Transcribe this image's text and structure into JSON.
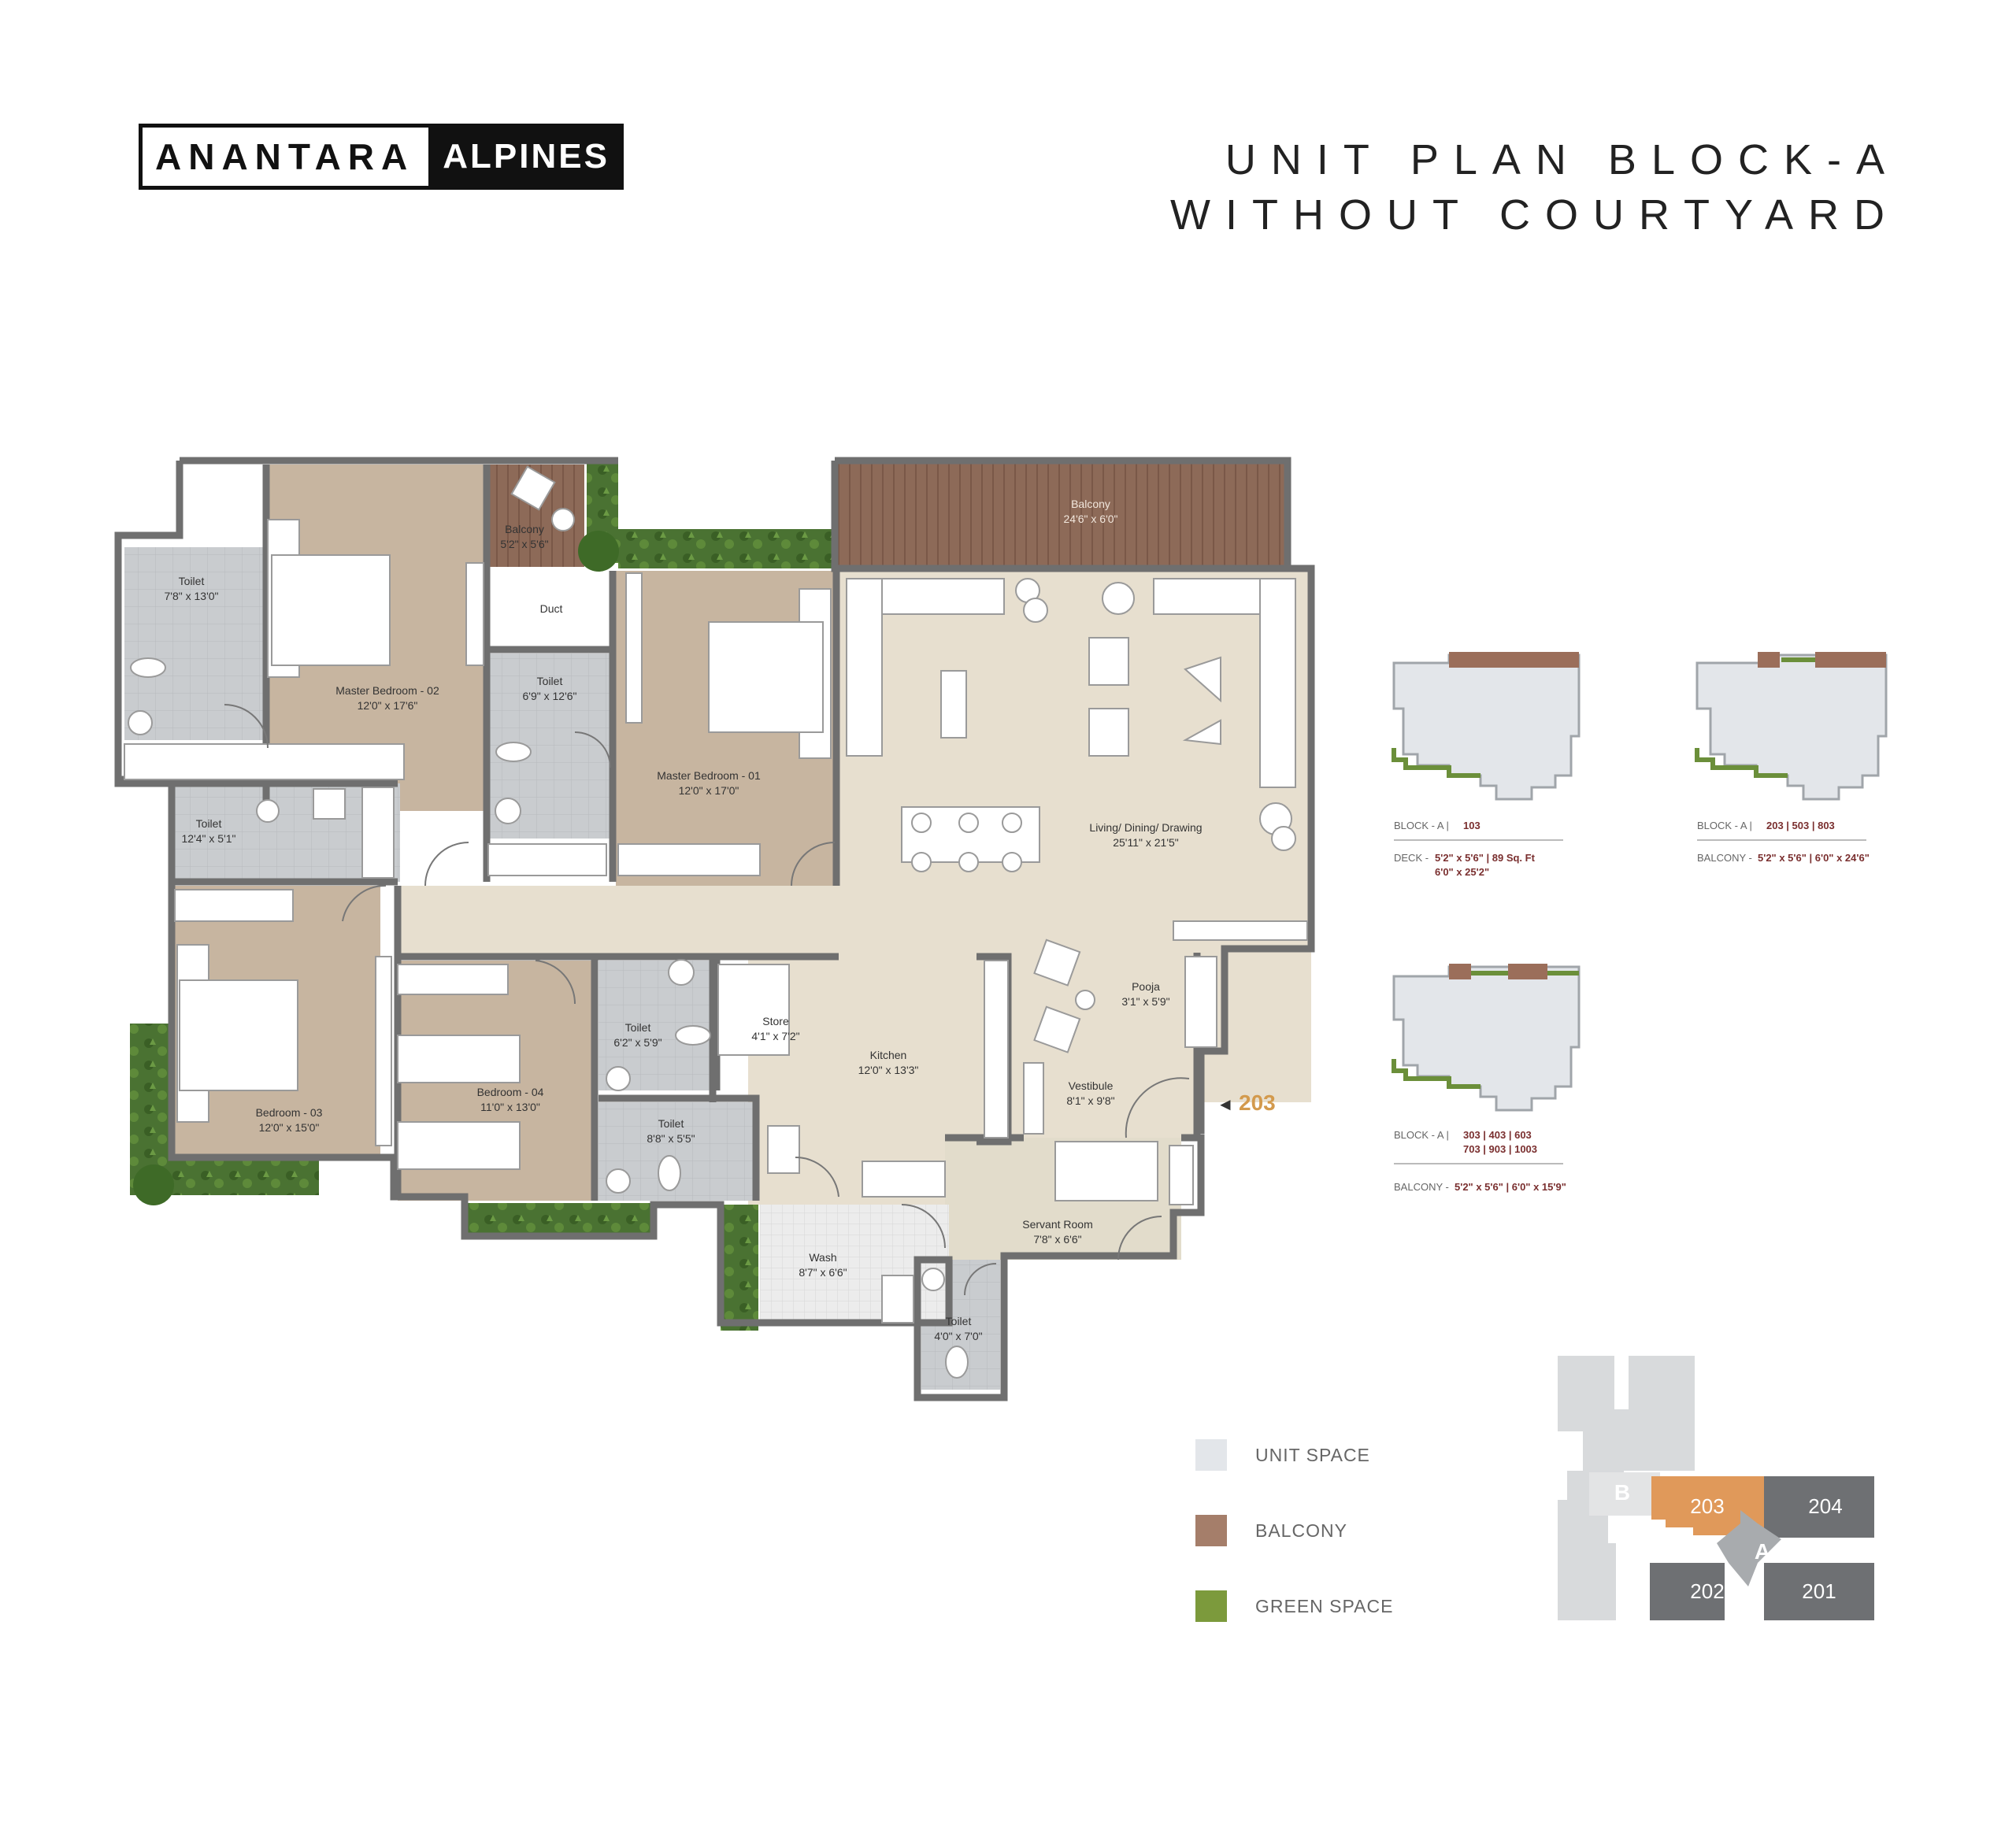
{
  "brand": {
    "part1": "ANANTARA",
    "part2": "ALPINES"
  },
  "title": {
    "line1": "UNIT PLAN BLOCK-A",
    "line2": "WITHOUT COURTYARD"
  },
  "rooms": {
    "toilet_a": {
      "name": "Toilet",
      "dim": "7'8\" x 13'0\""
    },
    "master_bedroom_02": {
      "name": "Master Bedroom - 02",
      "dim": "12'0\" x 17'6\""
    },
    "balcony_small": {
      "name": "Balcony",
      "dim": "5'2\" x 5'6\""
    },
    "balcony_large": {
      "name": "Balcony",
      "dim": "24'6\" x 6'0\""
    },
    "duct": {
      "name": "Duct"
    },
    "toilet_b": {
      "name": "Toilet",
      "dim": "6'9\" x 12'6\""
    },
    "master_bedroom_01": {
      "name": "Master Bedroom - 01",
      "dim": "12'0\" x 17'0\""
    },
    "living": {
      "name": "Living/ Dining/ Drawing",
      "dim": "25'11\" x 21'5\""
    },
    "toilet_c": {
      "name": "Toilet",
      "dim": "12'4\" x 5'1\""
    },
    "bedroom_03": {
      "name": "Bedroom - 03",
      "dim": "12'0\" x 15'0\""
    },
    "bedroom_04": {
      "name": "Bedroom - 04",
      "dim": "11'0\" x 13'0\""
    },
    "toilet_d": {
      "name": "Toilet",
      "dim": "6'2\" x 5'9\""
    },
    "toilet_e": {
      "name": "Toilet",
      "dim": "8'8\" x 5'5\""
    },
    "store": {
      "name": "Store",
      "dim": "4'1\" x 7'2\""
    },
    "kitchen": {
      "name": "Kitchen",
      "dim": "12'0\" x 13'3\""
    },
    "pooja": {
      "name": "Pooja",
      "dim": "3'1\" x 5'9\""
    },
    "vestibule": {
      "name": "Vestibule",
      "dim": "8'1\" x 9'8\""
    },
    "servant": {
      "name": "Servant Room",
      "dim": "7'8\" x 6'6\""
    },
    "wash": {
      "name": "Wash",
      "dim": "8'7\" x 6'6\""
    },
    "toilet_f": {
      "name": "Toilet",
      "dim": "4'0\" x 7'0\""
    }
  },
  "entrance": {
    "arrow": "◄",
    "unit": "203"
  },
  "keyplans": [
    {
      "line1_prefix": "BLOCK - A  |",
      "line1_units": "103",
      "line2_prefix": "DECK -",
      "line2_value": "5'2\" x 5'6\"  |  89 Sq. Ft",
      "line3": "6'0\" x 25'2\""
    },
    {
      "line1_prefix": "BLOCK - A  |",
      "line1_units": "203  |  503  |  803",
      "line2_prefix": "BALCONY -",
      "line2_value": "5'2\" x 5'6\"  |  6'0\" x 24'6\""
    },
    {
      "line1_prefix": "BLOCK - A  |",
      "line1_units": "303  |  403  |  603",
      "line1b_units": "703  |  903  |  1003",
      "line2_prefix": "BALCONY -",
      "line2_value": "5'2\" x 5'6\"  |  6'0\" x 15'9\""
    }
  ],
  "legend": [
    {
      "label": "UNIT SPACE",
      "color": "#e3e6ea"
    },
    {
      "label": "BALCONY",
      "color": "#a57e6a"
    },
    {
      "label": "GREEN SPACE",
      "color": "#7c9a3c"
    }
  ],
  "siteplan": {
    "block_b": "B",
    "block_a": "A",
    "u203": "203",
    "u204": "204",
    "u202": "202",
    "u201": "201",
    "highlight": "#e0995a"
  },
  "colors": {
    "wall": "#6f6f6f",
    "floor": "#e7dfcf",
    "bedroom": "#c7b5a0",
    "toilet": "#c9cccf",
    "deck": "#8d6a58",
    "green": "#4f7b32"
  }
}
